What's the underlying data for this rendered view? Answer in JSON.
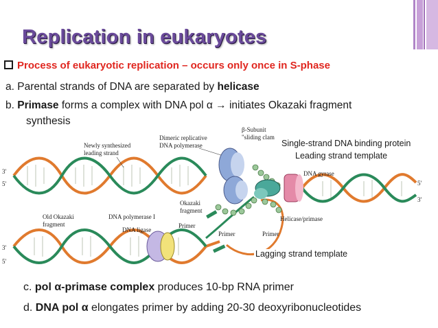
{
  "title": "Replication in eukaryotes",
  "heading": "Process of eukaryotic replication – occurs only once in S-phase",
  "points": {
    "a": {
      "prefix": "a. Parental strands of DNA are separated by ",
      "bold": "helicase"
    },
    "b": {
      "prefix": "b. ",
      "bold": "Primase",
      "suffix": " forms a complex with DNA pol α → initiates Okazaki fragment",
      "line2": "synthesis"
    },
    "c": {
      "prefix": "c. ",
      "bold": "pol α-primase complex",
      "suffix": " produces 10-bp RNA primer"
    },
    "d": {
      "prefix": "d. ",
      "bold": "DNA pol α",
      "suffix": " elongates primer by adding 20-30 deoxyribonucleotides"
    }
  },
  "diagram_labels": {
    "newly_synthesized": "Newly synthesized",
    "leading_strand": "leading strand",
    "dimeric_1": "Dimeric replicative",
    "dimeric_2": "DNA polymerase",
    "beta_1": "β-Subunit",
    "beta_2": "\"sliding clam",
    "dna_gyrase": "DNA gyrase",
    "old_okazaki_1": "Old Okazaki",
    "old_okazaki_2": "fragment",
    "dna_pol_1": "DNA polymerase I",
    "dna_ligase": "DNA ligase",
    "okazaki_1": "Okazaki",
    "okazaki_2": "fragment",
    "primer_a": "Primer",
    "primer_b": "Primer",
    "primer_c": "Primer",
    "helicase_primase": "Helicase/primase",
    "three_prime": "3'",
    "five_prime": "5'"
  },
  "overlays": {
    "ssb": "Single-strand DNA binding protein",
    "leading_template": "Leading strand template",
    "lagging_template": "Lagging strand template"
  },
  "colors": {
    "title": "#6a4a9a",
    "heading": "#e0261f",
    "strand_orange": "#e07a2e",
    "strand_green": "#2a8a5a",
    "polymerase_blue": "#8ea8d8",
    "helicase_teal": "#4aa89a",
    "gyrase_pink": "#e48aa8",
    "ligase_lavender": "#c4b8e4"
  }
}
